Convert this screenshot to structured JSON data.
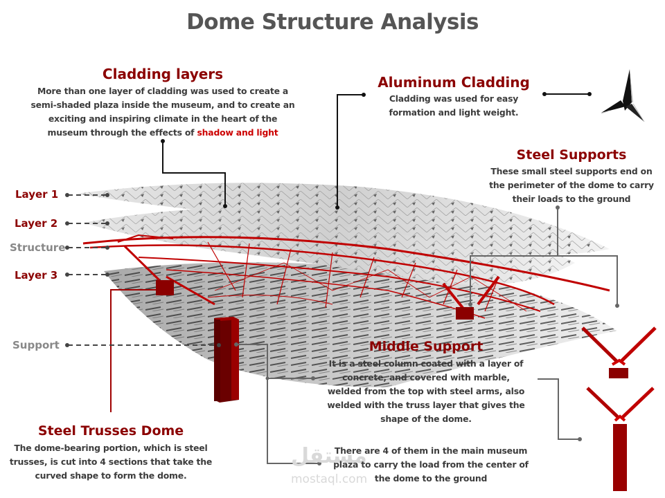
{
  "title": "Dome Structure Analysis",
  "colors": {
    "heading": "#8b0000",
    "body_text": "#3c3c3c",
    "title_text": "#555555",
    "highlight": "#cc0000",
    "leader_line": "#666666",
    "steel_red": "#b00000"
  },
  "sections": {
    "cladding_layers": {
      "heading": "Cladding layers",
      "text_lines": [
        "More than one layer of cladding  was used to create a",
        "semi-shaded plaza inside the museum, and to create an",
        "exciting and inspiring climate in the heart of the"
      ],
      "last_line_prefix": "museum through the effects of ",
      "last_line_highlight": "shadow and light"
    },
    "aluminum_cladding": {
      "heading": "Aluminum Cladding",
      "text_lines": [
        "Cladding  was used for easy",
        "formation and light weight."
      ]
    },
    "steel_supports": {
      "heading": "Steel Supports",
      "text_lines": [
        "These small steel supports end on",
        "the perimeter of the dome to carry",
        "their loads  to the ground"
      ]
    },
    "middle_support": {
      "heading": "Middle Support",
      "text_lines": [
        "It is a steel column coated with a  layer of",
        "concrete, and covered with marble,",
        "welded from the top with steel arms, also",
        "welded with the truss layer that  gives the",
        "shape of the dome."
      ]
    },
    "middle_support_count": {
      "text_lines": [
        "There are 4 of them in the main  museum",
        "plaza to carry the load from the center of",
        "the dome to the ground"
      ]
    },
    "steel_trusses_dome": {
      "heading": "Steel Trusses Dome",
      "text_lines": [
        "The dome-bearing portion, which is steel",
        "trusses, is cut into 4 sections that take the",
        "curved shape to form the dome."
      ]
    }
  },
  "layer_labels": [
    {
      "label": "Layer 1",
      "style": "red"
    },
    {
      "label": "Layer 2",
      "style": "red"
    },
    {
      "label": "Structure",
      "style": "gray"
    },
    {
      "label": "Layer 3",
      "style": "red"
    },
    {
      "label": "Support",
      "style": "gray"
    }
  ],
  "icons": {
    "cladding_unit": "tri-blade-cladding-icon"
  },
  "watermark": {
    "arabic": "مستقل",
    "latin": "mostaql.com"
  }
}
